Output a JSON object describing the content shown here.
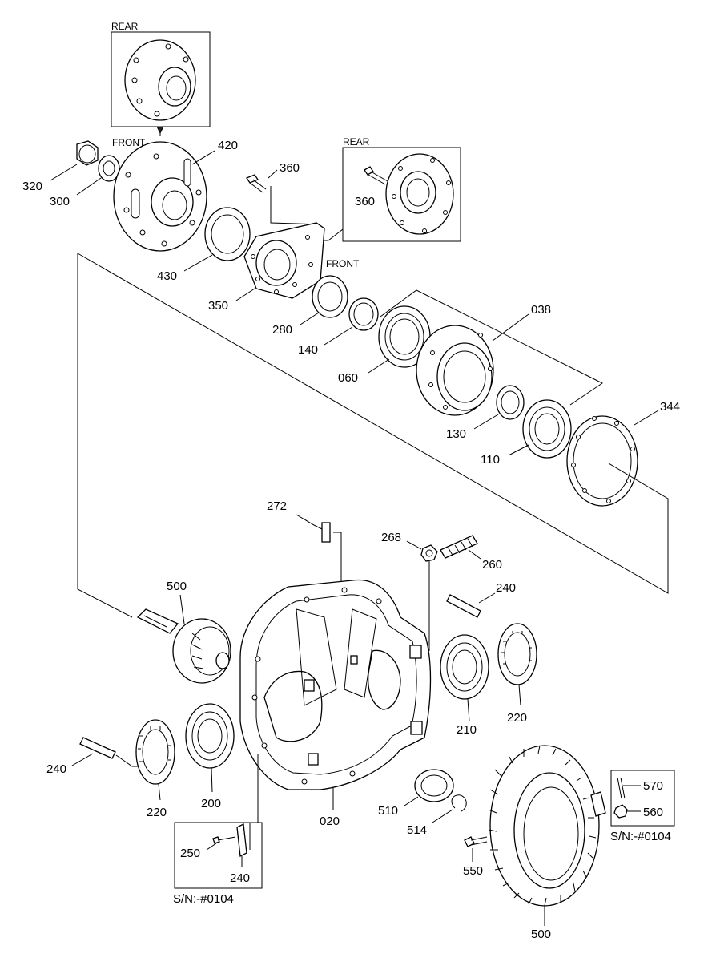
{
  "labels": {
    "rear_top": "REAR",
    "front_flange": "FRONT",
    "rear_cover": "REAR",
    "front_cover": "FRONT",
    "p320": "320",
    "p300": "300",
    "p420": "420",
    "p360_main": "360",
    "p360_inset": "360",
    "p430": "430",
    "p350": "350",
    "p280": "280",
    "p140": "140",
    "p060": "060",
    "p038": "038",
    "p130": "130",
    "p110": "110",
    "p344": "344",
    "p272": "272",
    "p268": "268",
    "p260": "260",
    "p240_right": "240",
    "p500_pinion": "500",
    "p210": "210",
    "p220_right": "220",
    "p240_left": "240",
    "p220_left": "220",
    "p200": "200",
    "p020": "020",
    "p510": "510",
    "p514": "514",
    "p550": "550",
    "p500_gear": "500",
    "p570": "570",
    "p560": "560",
    "sn_right": "S/N:-#0104",
    "p250": "250",
    "p240_inset": "240",
    "sn_left": "S/N:-#0104"
  }
}
